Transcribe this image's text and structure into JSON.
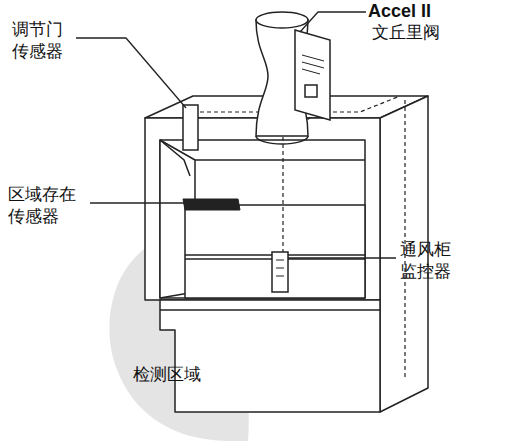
{
  "diagram": {
    "labels": [
      "Accel II",
      "文丘里阀",
      "调节门 传感器",
      "区域存在 传感器",
      "通风柜 监控器",
      "检测区域"
    ]
  }
}
